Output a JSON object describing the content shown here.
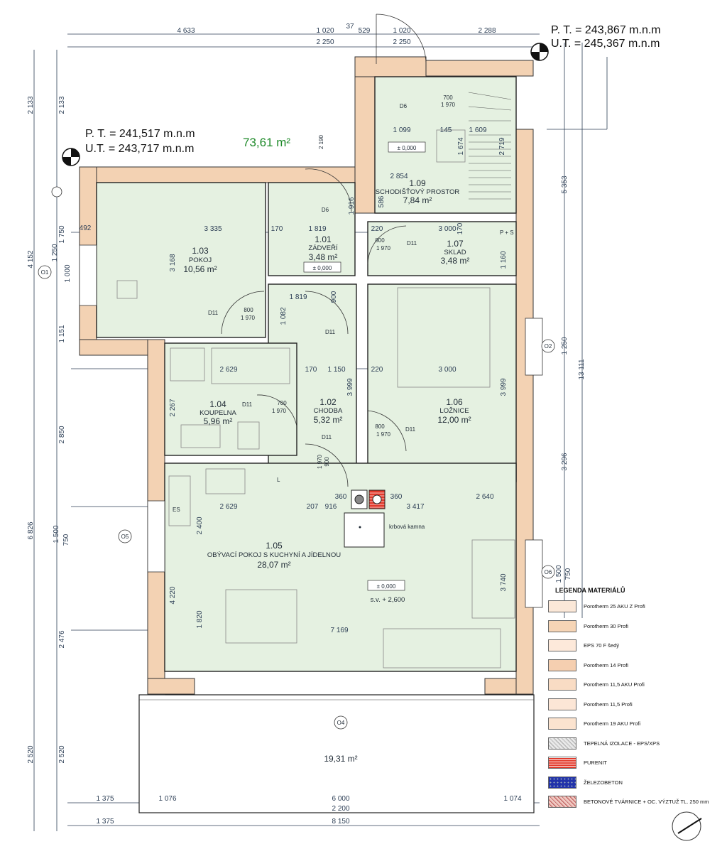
{
  "plan": {
    "total_area": "73,61 m²",
    "level_left": {
      "pt": "P. T. = 241,517 m.n.m",
      "ut": "U.T. = 243,717 m.n.m"
    },
    "level_right": {
      "pt": "P. T. = 243,867 m.n.m",
      "ut": "U.T. = 245,367 m.n.m"
    },
    "terrace_area": "19,31 m²",
    "fireplace_label": "krbová kamna",
    "sv_label": "s.v. + 2,600",
    "zero_level": "± 0,000",
    "rooms": [
      {
        "id": "1.01",
        "name": "ZÁDVEŘÍ",
        "area": "3,48 m²"
      },
      {
        "id": "1.02",
        "name": "CHODBA",
        "area": "5,32 m²"
      },
      {
        "id": "1.03",
        "name": "POKOJ",
        "area": "10,56 m²"
      },
      {
        "id": "1.04",
        "name": "KOUPELNA",
        "area": "5,96 m²"
      },
      {
        "id": "1.05",
        "name": "OBÝVACÍ POKOJ S KUCHYNÍ A JÍDELNOU",
        "area": "28,07 m²"
      },
      {
        "id": "1.06",
        "name": "LOŽNICE",
        "area": "12,00 m²"
      },
      {
        "id": "1.07",
        "name": "SKLAD",
        "area": "3,48 m²"
      },
      {
        "id": "1.09",
        "name": "SCHODIŠŤOVÝ PROSTOR",
        "area": "7,84 m²"
      }
    ],
    "dims_top": [
      "4 633",
      "1 020",
      "2 250",
      "37",
      "529",
      "1 020",
      "2 250",
      "2 288"
    ],
    "dims_bottom": [
      "1 375",
      "1 076",
      "6 000",
      "2 200",
      "1 074",
      "1 375",
      "8 150"
    ],
    "dims_left": [
      "2 133",
      "2 133",
      "1 750",
      "4 152",
      "1 250",
      "1 000",
      "1 151",
      "2 850",
      "6 826",
      "1 500",
      "750",
      "2 476",
      "2 520",
      "2 520"
    ],
    "dims_right": [
      "5 353",
      "1 250",
      "13 111",
      "3 296",
      "1 500",
      "750"
    ],
    "dims_inner": [
      "3 335",
      "170",
      "1 819",
      "220",
      "3 000",
      "170",
      "492",
      "3 168",
      "1 819",
      "900",
      "1 082",
      "2 629",
      "170",
      "1 150",
      "220",
      "3 000",
      "2 267",
      "3 999",
      "3 999",
      "2 629",
      "207",
      "916",
      "3 417",
      "2 640",
      "360",
      "360",
      "4 220",
      "1 820",
      "7 169",
      "3 740",
      "2 400",
      "2 854",
      "1 099",
      "145",
      "1 609",
      "2 719",
      "1 674",
      "586",
      "1 916",
      "1 160",
      "700",
      "1 970",
      "800",
      "1 970",
      "800",
      "1 970",
      "800",
      "1 970",
      "700",
      "1 970",
      "900",
      "1 970",
      "2 190"
    ],
    "door_tags": [
      "D6",
      "D6",
      "D11",
      "D11",
      "D11",
      "D11",
      "D11",
      "D11"
    ],
    "axis_tags": [
      "O1",
      "O2",
      "O4",
      "O5",
      "O6"
    ],
    "psd_label": "P + S",
    "symbol_L": "L",
    "symbol_ES": "ES"
  },
  "legend": {
    "title": "LEGENDA MATERIÁLŮ",
    "items": [
      {
        "label": "Porotherm 25 AKU Z Profi",
        "color": "#fbe8d8"
      },
      {
        "label": "Porotherm 30 Profi",
        "color": "#f6d5b6"
      },
      {
        "label": "EPS 70 F šedý",
        "color": "#fde9da"
      },
      {
        "label": "Porotherm 14 Profi",
        "color": "#f5cfb0"
      },
      {
        "label": "Porotherm 11,5 AKU Profi",
        "color": "#f9dcc4"
      },
      {
        "label": "Porotherm 11,5 Profi",
        "color": "#fce6d6"
      },
      {
        "label": "Porotherm 19 AKU Profi",
        "color": "#fbe3cf"
      },
      {
        "label": "TEPELNÁ IZOLACE - EPS/XPS",
        "color": "#e0e0e0"
      },
      {
        "label": "PURENIT",
        "color": "#e33a2c"
      },
      {
        "label": "ŽELEZOBETON",
        "color": "#2233aa"
      },
      {
        "label": "BETONOVÉ TVÁRNICE + OC. VÝZTUŽ TL. 250 mm",
        "color": "#efc7c0"
      }
    ]
  },
  "colors": {
    "room": "#e5f1e1",
    "wall": "#f3d2b3",
    "dim_line": "#2c3e55",
    "green": "#1f8a2a"
  }
}
